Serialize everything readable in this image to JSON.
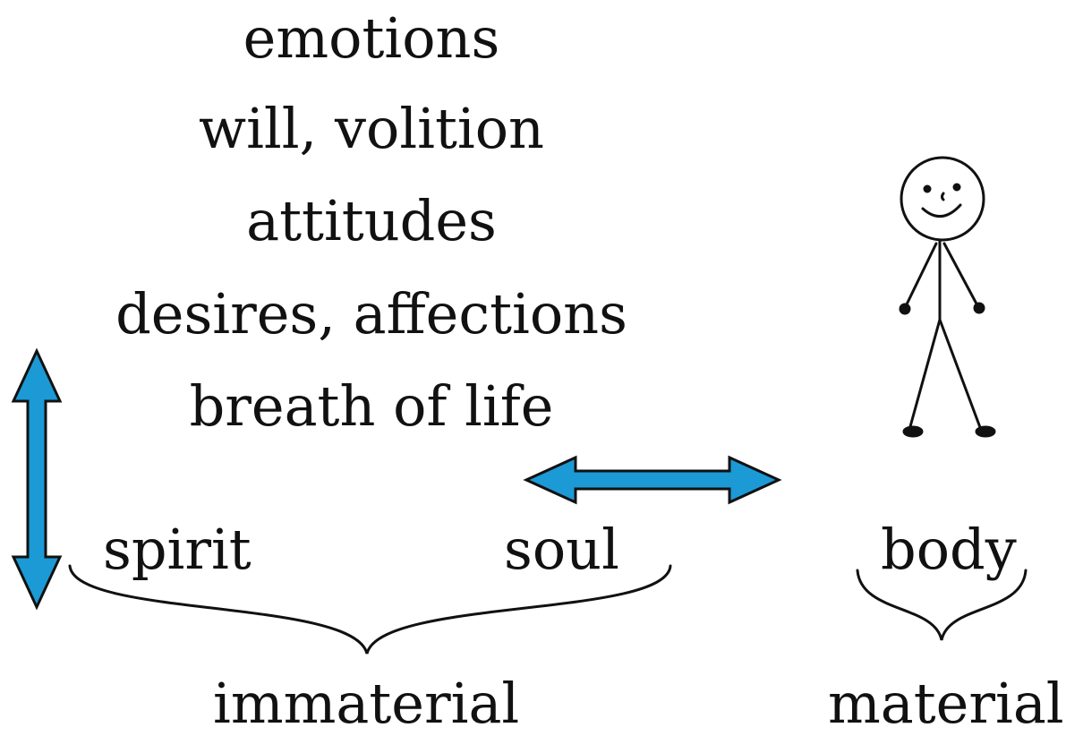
{
  "attributes": [
    "emotions",
    "will, volition",
    "attitudes",
    "desires, affections",
    "breath of life"
  ],
  "labels": {
    "spirit": "spirit",
    "soul": "soul",
    "body": "body",
    "immaterial": "immaterial",
    "material": "material"
  },
  "colors": {
    "arrow_fill": "#1b9ad6",
    "arrow_stroke": "#111111",
    "text": "#111111"
  },
  "icons": {
    "person": "stick-figure-icon",
    "vertical_arrow": "double-arrow-vertical-icon",
    "horizontal_arrow": "double-arrow-horizontal-icon"
  }
}
